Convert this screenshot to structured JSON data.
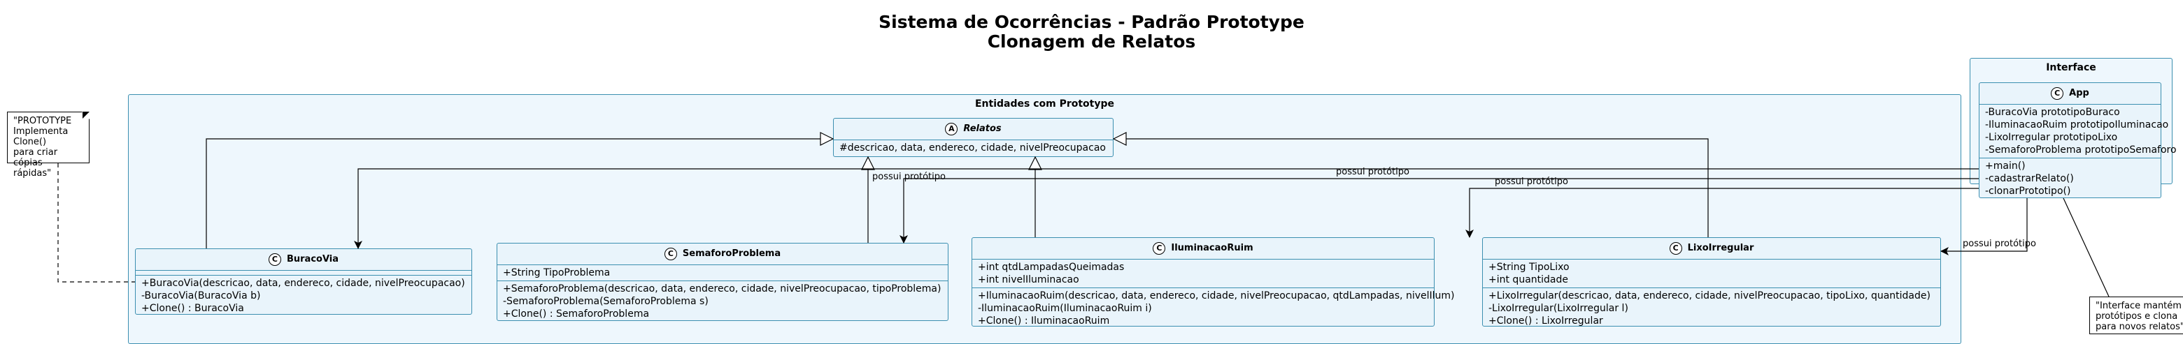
{
  "diagram": {
    "title_line1": "Sistema de Ocorrências - Padrão Prototype",
    "title_line2": "Clonagem de Relatos"
  },
  "packages": {
    "entities": "Entidades com Prototype",
    "interface": "Interface"
  },
  "classes": {
    "relatos": {
      "stereotype": "A",
      "name": "Relatos",
      "attributes": [
        "#descricao, data, endereco, cidade, nivelPreocupacao"
      ],
      "methods": []
    },
    "buracovia": {
      "stereotype": "C",
      "name": "BuracoVia",
      "attributes": [],
      "methods": [
        "+BuracoVia(descricao, data, endereco, cidade, nivelPreocupacao)",
        "-BuracoVia(BuracoVia b)",
        "+Clone() : BuracoVia"
      ]
    },
    "semaforo": {
      "stereotype": "C",
      "name": "SemaforoProblema",
      "attributes": [
        "+String TipoProblema"
      ],
      "methods": [
        "+SemaforoProblema(descricao, data, endereco, cidade, nivelPreocupacao, tipoProblema)",
        "-SemaforoProblema(SemaforoProblema s)",
        "+Clone() : SemaforoProblema"
      ]
    },
    "iluminacao": {
      "stereotype": "C",
      "name": "IluminacaoRuim",
      "attributes": [
        "+int qtdLampadasQueimadas",
        "+int nivelIluminacao"
      ],
      "methods": [
        "+IluminacaoRuim(descricao, data, endereco, cidade, nivelPreocupacao, qtdLampadas, nivelIlum)",
        "-IluminacaoRuim(IluminacaoRuim i)",
        "+Clone() : IluminacaoRuim"
      ]
    },
    "lixo": {
      "stereotype": "C",
      "name": "LixoIrregular",
      "attributes": [
        "+String TipoLixo",
        "+int quantidade"
      ],
      "methods": [
        "+LixoIrregular(descricao, data, endereco, cidade, nivelPreocupacao, tipoLixo, quantidade)",
        "-LixoIrregular(LixoIrregular l)",
        "+Clone() : LixoIrregular"
      ]
    },
    "app": {
      "stereotype": "C",
      "name": "App",
      "attributes": [
        "-BuracoVia prototipoBuraco",
        "-IluminacaoRuim prototipoIluminacao",
        "-LixoIrregular prototipoLixo",
        "-SemaforoProblema prototipoSemaforo"
      ],
      "methods": [
        "+main()",
        "-cadastrarRelato()",
        "-clonarPrototipo()"
      ]
    }
  },
  "relations": {
    "label": "possui protótipo"
  },
  "notes": {
    "prototype": [
      "\"PROTOTYPE",
      "Implementa Clone()",
      "para criar cópias",
      "rápidas\""
    ],
    "interface": [
      "\"Interface mantém",
      "protótipos e clona",
      "para novos relatos\""
    ]
  },
  "colors": {
    "border": "#3b8fb0",
    "package_fill": "#eef7fd",
    "class_fill": "#e9f4fb"
  }
}
